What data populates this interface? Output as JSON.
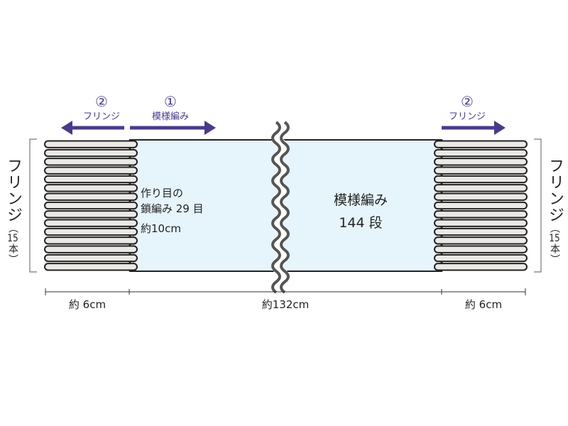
{
  "colors": {
    "accent": "#4a3a8c",
    "body_fill": "#e6f4fc",
    "fringe_fill": "#ebe8e5",
    "outline": "#222222",
    "wave": "#555555"
  },
  "fringe_count": 15,
  "top_labels": {
    "left_fringe": {
      "number": "②",
      "label": "フリンジ"
    },
    "pattern": {
      "number": "①",
      "label": "模様編み"
    },
    "right_fringe": {
      "number": "②",
      "label": "フリンジ"
    }
  },
  "side_labels": {
    "left": {
      "label": "フリンジ",
      "open": "（",
      "count": "15",
      "unit": "本",
      "close": "）"
    },
    "right": {
      "label": "フリンジ",
      "open": "（",
      "count": "15",
      "unit": "本",
      "close": "）"
    }
  },
  "body": {
    "start_line1": "作り目の",
    "start_line2": "鎖編み 29 目",
    "width": "約10cm",
    "pattern_title": "模様編み",
    "rows": "144 段"
  },
  "dimensions": {
    "left": "約 6cm",
    "center": "約132cm",
    "right": "約 6cm"
  }
}
